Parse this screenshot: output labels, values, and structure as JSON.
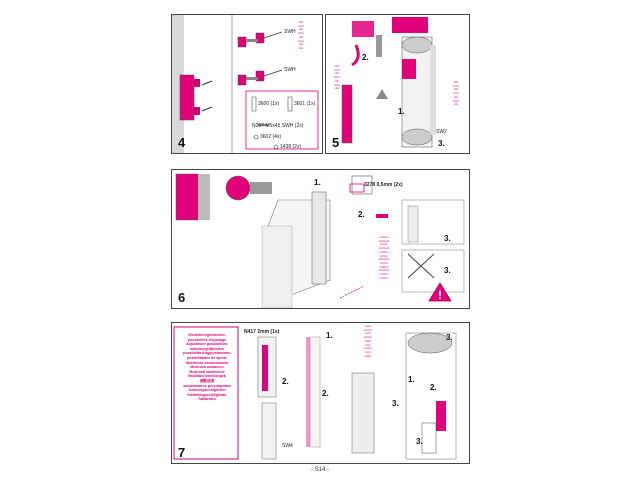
{
  "page_number": "- S14 -",
  "accent_color": "#e0007a",
  "panel4": {
    "number": "4",
    "labels": {
      "swh_a": "SWH",
      "swh_b": "SWH",
      "p3600": "3600 (1x)",
      "p3601": "3601 (1x)",
      "p3602": "3602 (4x)",
      "p1438": "1438 (2x)",
      "screws": "N207 M5x45 SWH (2x)"
    }
  },
  "panel5": {
    "number": "5",
    "steps": [
      "1.",
      "2.",
      "3."
    ],
    "label_sw": "SW2"
  },
  "panel6": {
    "number": "6",
    "label_part": "3278 0,5mm (2x)",
    "steps": [
      "1.",
      "2.",
      "3.",
      "3."
    ]
  },
  "panel7": {
    "number": "7",
    "label_part": "N417 2mm (1x)",
    "label_sw": "SW4",
    "steps": [
      "1.",
      "2.",
      "2.",
      "3.",
      "3.",
      "3.",
      "1.",
      "2."
    ],
    "languages": [
      "Einstellmöglichkeiten",
      "possibilités d'ajustage",
      "adjustment possibilities",
      "Instelmogelijkheden",
      "possibilità d'aggiustamento",
      "posibilidades de ajuste",
      "Możliwość zastosowania",
      "Možnosti nastavení",
      "Možnosti nastavenie",
      "Beállítási lehetőségek",
      "调整选项",
      "возможность регулировки",
      "Justeringsmuligheder",
      "Inställningsmöjligheter",
      "Säätövara"
    ]
  }
}
